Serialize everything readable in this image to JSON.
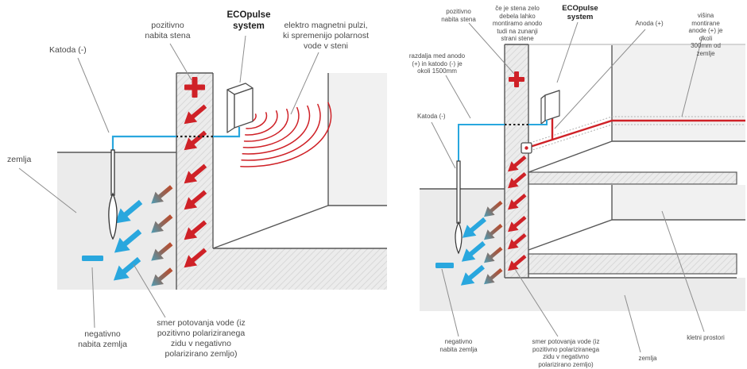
{
  "diagram_title": "ECOpulse electro-osmosis damp-proofing diagrams",
  "colors": {
    "red": "#cf2127",
    "blue": "#29a7de",
    "wall_fill": "#ececec",
    "ground_fill": "#ebebeb",
    "far_wall_fill": "#f1f1f1",
    "line": "#575757",
    "leader": "#8e8e8e"
  },
  "symbols": {
    "plus": "+",
    "minus": "−"
  },
  "icons": {
    "plus": "plus-icon",
    "minus": "minus-icon",
    "device": "ecopulse-device-icon",
    "pulses": "em-pulse-arcs-icon",
    "cathode": "cathode-probe-icon"
  },
  "left": {
    "labels": {
      "katoda": "Katoda (-)",
      "pozitivno": "pozitivno\nnabita stena",
      "ecopulse": "ECOpulse\nsystem",
      "pulzi": "elektro magnetni pulzi,\nki spremenijo polarnost\nvode v steni",
      "zemlja": "zemlja",
      "negativno": "negativno\nnabita zemlja",
      "smer": "smer potovanja vode (iz\npozitivno polariziranega\nzidu v negativno\npolarizirano zemljo)"
    }
  },
  "right": {
    "labels": {
      "pozitivno": "pozitivno\nnabita stena",
      "debela": "če je stena zelo\ndebela lahko\nmontiramo anodo\ntudi na zunanji\nstrani stene",
      "ecopulse": "ECOpulse\nsystem",
      "anoda": "Anoda (+)",
      "visina": "višina montirane\nanode (+) je okoli\n300mm od zemlje",
      "razdalja": "razdalja med anodo\n(+) in katodo (-) je\nokoli 1500mm",
      "katoda": "Katoda (-)",
      "negativno": "negativno\nnabita zemlja",
      "smer": "smer potovanja vode (iz\npozitivno polariziranega\nzidu v negativno\npolarizirano zemljo)",
      "zemlja": "zemlja",
      "kletni": "kletni prostori"
    }
  }
}
